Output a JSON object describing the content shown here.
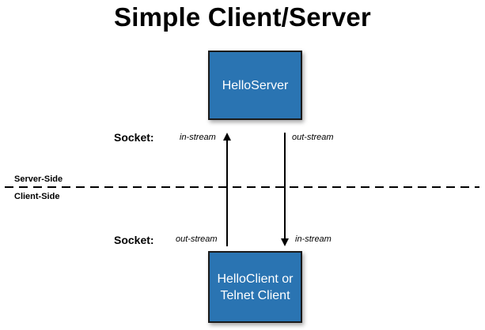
{
  "title": "Simple Client/Server",
  "server_box": {
    "label": "HelloServer"
  },
  "client_box": {
    "line1": "HelloClient or",
    "line2": "Telnet Client"
  },
  "server_socket": {
    "label": "Socket:",
    "in_stream": "in-stream",
    "out_stream": "out-stream"
  },
  "client_socket": {
    "label": "Socket:",
    "out_stream": "out-stream",
    "in_stream": "in-stream"
  },
  "divider": {
    "upper_label": "Server-Side",
    "lower_label": "Client-Side"
  },
  "colors": {
    "box_fill": "#2a74b2",
    "box_border": "#1a1a1a",
    "box_text": "#ffffff",
    "line": "#000000"
  }
}
